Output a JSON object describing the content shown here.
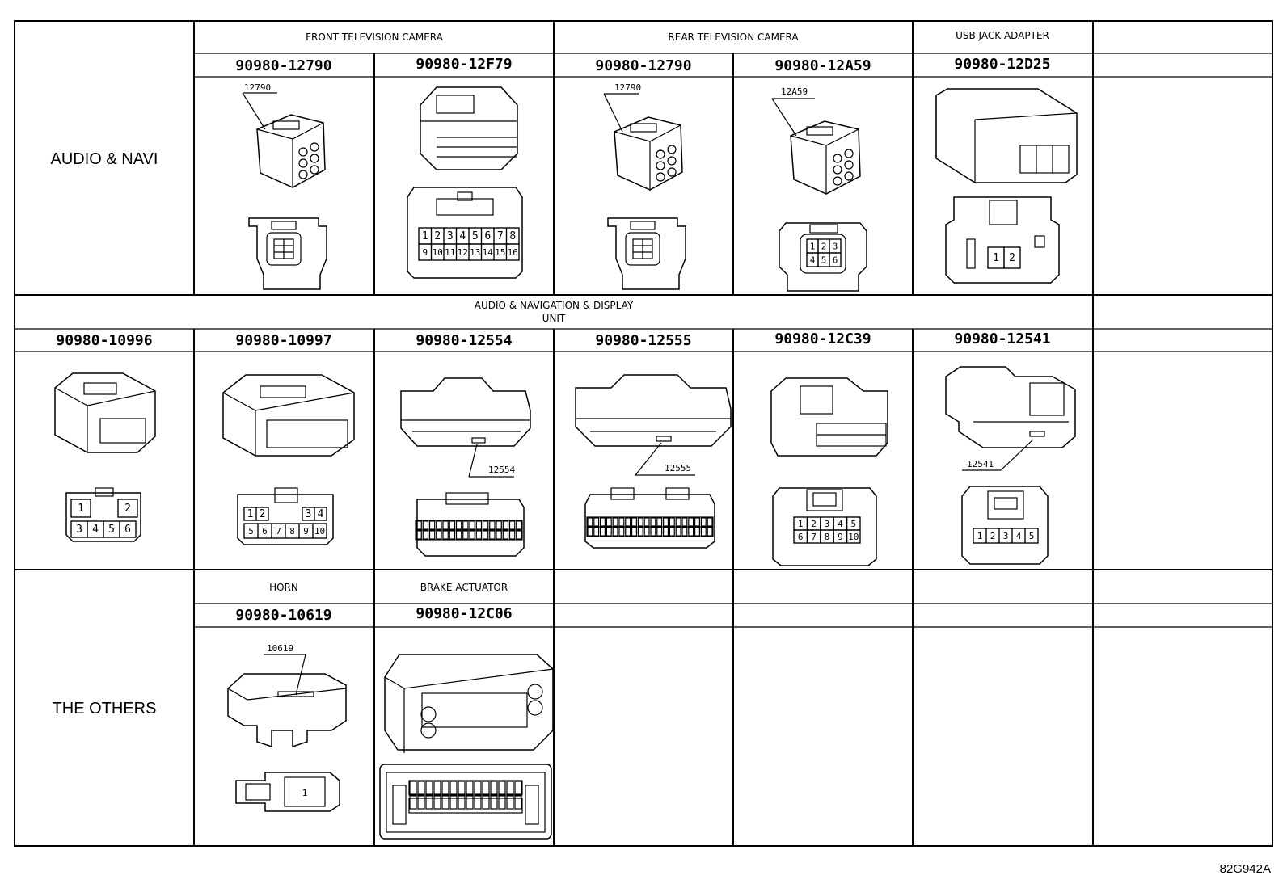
{
  "sections": {
    "audio_navi": "AUDIO & NAVI",
    "the_others": "THE OTHERS"
  },
  "headers": {
    "front_camera": "FRONT TELEVISION CAMERA",
    "rear_camera": "REAR TELEVISION CAMERA",
    "usb_jack": "USB JACK ADAPTER",
    "display_unit_line1": "AUDIO & NAVIGATION & DISPLAY",
    "display_unit_line2": "UNIT",
    "horn": "HORN",
    "brake_actuator": "BRAKE ACTUATOR"
  },
  "parts": {
    "p12790a": "90980-12790",
    "p12F79": "90980-12F79",
    "p12790b": "90980-12790",
    "p12A59": "90980-12A59",
    "p12D25": "90980-12D25",
    "p10996": "90980-10996",
    "p10997": "90980-10997",
    "p12554": "90980-12554",
    "p12555": "90980-12555",
    "p12C39": "90980-12C39",
    "p12541": "90980-12541",
    "p10619": "90980-10619",
    "p12C06": "90980-12C06"
  },
  "callouts": {
    "c12790a": "12790",
    "c12790b": "12790",
    "c12A59": "12A59",
    "c12554": "12554",
    "c12555": "12555",
    "c12541": "12541",
    "c10619": "10619"
  },
  "pin_labels": {
    "f79_top": [
      "1",
      "2",
      "3",
      "4",
      "5",
      "6",
      "7",
      "8"
    ],
    "f79_bottom": [
      "9",
      "10",
      "11",
      "12",
      "13",
      "14",
      "15",
      "16"
    ],
    "a59": [
      "1",
      "2",
      "3",
      "4",
      "5",
      "6"
    ],
    "d25": [
      "1",
      "2"
    ],
    "p996": [
      "1",
      "2",
      "3",
      "4",
      "5",
      "6"
    ],
    "p997": [
      "1",
      "2",
      "3",
      "4",
      "5",
      "6",
      "7",
      "8",
      "9",
      "10"
    ],
    "c39": [
      "1",
      "2",
      "3",
      "4",
      "5",
      "6",
      "7",
      "8",
      "9",
      "10"
    ],
    "p541": [
      "1",
      "2",
      "3",
      "4",
      "5"
    ],
    "horn": "1"
  },
  "figure_code": "82G942A"
}
